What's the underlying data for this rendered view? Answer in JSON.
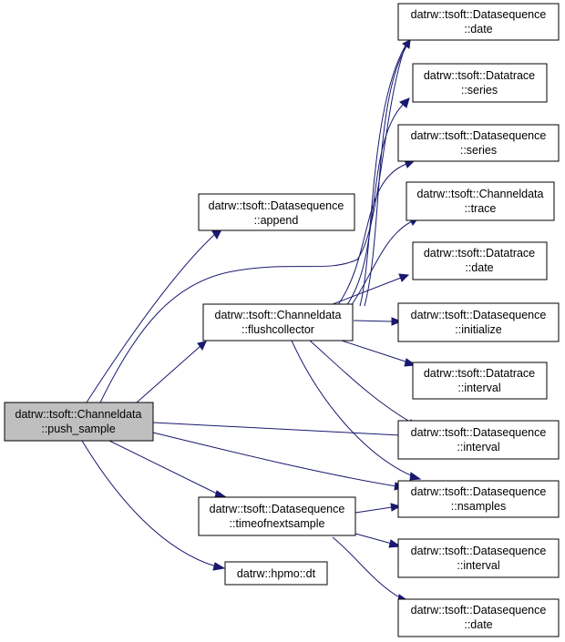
{
  "colors": {
    "node_fill": "#ffffff",
    "root_fill": "#bfbfbf",
    "node_stroke": "#000000",
    "edge": "#191970"
  },
  "nodes": {
    "push_sample": {
      "line1": "datrw::tsoft::Channeldata",
      "line2": "::push_sample"
    },
    "append": {
      "line1": "datrw::tsoft::Datasequence",
      "line2": "::append"
    },
    "flushcollector": {
      "line1": "datrw::tsoft::Channeldata",
      "line2": "::flushcollector"
    },
    "timeofnext": {
      "line1": "datrw::tsoft::Datasequence",
      "line2": "::timeofnextsample"
    },
    "hpmo_dt": {
      "line1": "datrw::hpmo::dt"
    },
    "ds_date_top": {
      "line1": "datrw::tsoft::Datasequence",
      "line2": "::date"
    },
    "dt_series": {
      "line1": "datrw::tsoft::Datatrace",
      "line2": "::series"
    },
    "ds_series": {
      "line1": "datrw::tsoft::Datasequence",
      "line2": "::series"
    },
    "cd_trace": {
      "line1": "datrw::tsoft::Channeldata",
      "line2": "::trace"
    },
    "dt_date": {
      "line1": "datrw::tsoft::Datatrace",
      "line2": "::date"
    },
    "ds_initialize": {
      "line1": "datrw::tsoft::Datasequence",
      "line2": "::initialize"
    },
    "dt_interval": {
      "line1": "datrw::tsoft::Datatrace",
      "line2": "::interval"
    },
    "ds_interval_a": {
      "line1": "datrw::tsoft::Datasequence",
      "line2": "::interval"
    },
    "ds_nsamples": {
      "line1": "datrw::tsoft::Datasequence",
      "line2": "::nsamples"
    },
    "ds_interval_b": {
      "line1": "datrw::tsoft::Datasequence",
      "line2": "::interval"
    },
    "ds_date_bot": {
      "line1": "datrw::tsoft::Datasequence",
      "line2": "::date"
    }
  },
  "edges": [
    [
      "push_sample",
      "append"
    ],
    [
      "push_sample",
      "flushcollector"
    ],
    [
      "push_sample",
      "ds_date_top"
    ],
    [
      "push_sample",
      "ds_interval_a"
    ],
    [
      "push_sample",
      "ds_nsamples"
    ],
    [
      "push_sample",
      "timeofnext"
    ],
    [
      "push_sample",
      "hpmo_dt"
    ],
    [
      "flushcollector",
      "ds_date_top"
    ],
    [
      "flushcollector",
      "dt_series"
    ],
    [
      "flushcollector",
      "ds_series"
    ],
    [
      "flushcollector",
      "cd_trace"
    ],
    [
      "flushcollector",
      "dt_date"
    ],
    [
      "flushcollector",
      "ds_initialize"
    ],
    [
      "flushcollector",
      "dt_interval"
    ],
    [
      "flushcollector",
      "ds_interval_a"
    ],
    [
      "flushcollector",
      "ds_nsamples"
    ],
    [
      "timeofnext",
      "ds_nsamples"
    ],
    [
      "timeofnext",
      "ds_interval_b"
    ],
    [
      "timeofnext",
      "ds_date_bot"
    ]
  ]
}
